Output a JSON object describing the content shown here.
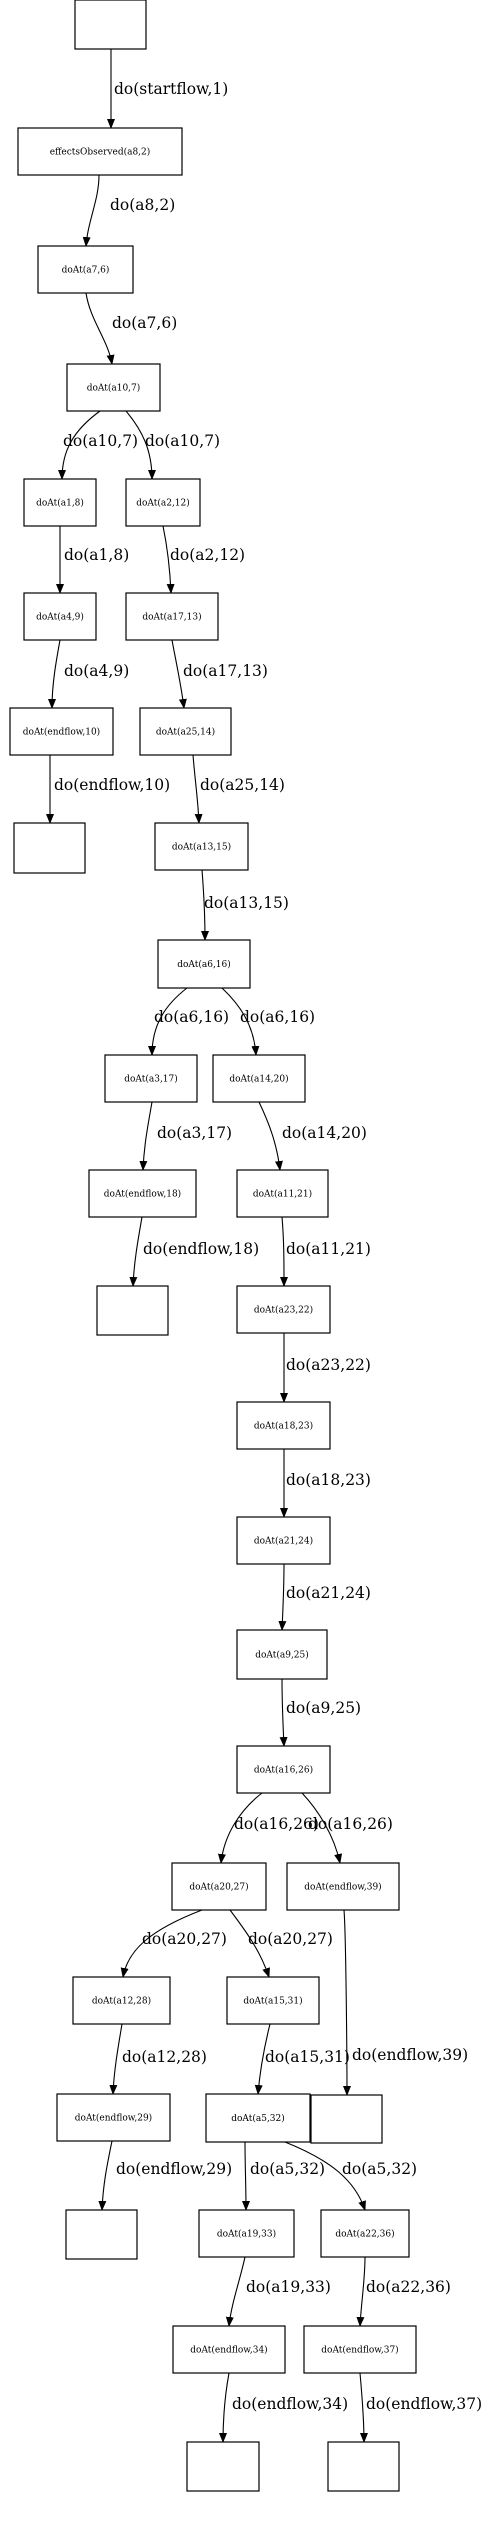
{
  "graph": {
    "nodes": [
      {
        "id": "n0",
        "label": ""
      },
      {
        "id": "n1",
        "label": "effectsObserved(a8,2)"
      },
      {
        "id": "n2",
        "label": "doAt(a7,6)"
      },
      {
        "id": "n3",
        "label": "doAt(a10,7)"
      },
      {
        "id": "n4",
        "label": "doAt(a1,8)"
      },
      {
        "id": "n5",
        "label": "doAt(a2,12)"
      },
      {
        "id": "n6",
        "label": "doAt(a4,9)"
      },
      {
        "id": "n7",
        "label": "doAt(a17,13)"
      },
      {
        "id": "n8",
        "label": "doAt(endflow,10)"
      },
      {
        "id": "n9",
        "label": "doAt(a25,14)"
      },
      {
        "id": "n10",
        "label": ""
      },
      {
        "id": "n11",
        "label": "doAt(a13,15)"
      },
      {
        "id": "n12",
        "label": "doAt(a6,16)"
      },
      {
        "id": "n13",
        "label": "doAt(a3,17)"
      },
      {
        "id": "n14",
        "label": "doAt(a14,20)"
      },
      {
        "id": "n15",
        "label": "doAt(endflow,18)"
      },
      {
        "id": "n16",
        "label": "doAt(a11,21)"
      },
      {
        "id": "n17",
        "label": ""
      },
      {
        "id": "n18",
        "label": "doAt(a23,22)"
      },
      {
        "id": "n19",
        "label": "doAt(a18,23)"
      },
      {
        "id": "n20",
        "label": "doAt(a21,24)"
      },
      {
        "id": "n21",
        "label": "doAt(a9,25)"
      },
      {
        "id": "n22",
        "label": "doAt(a16,26)"
      },
      {
        "id": "n23",
        "label": "doAt(a20,27)"
      },
      {
        "id": "n24",
        "label": "doAt(endflow,39)"
      },
      {
        "id": "n25",
        "label": "doAt(a12,28)"
      },
      {
        "id": "n26",
        "label": "doAt(a15,31)"
      },
      {
        "id": "n27",
        "label": ""
      },
      {
        "id": "n28",
        "label": "doAt(endflow,29)"
      },
      {
        "id": "n29",
        "label": "doAt(a5,32)"
      },
      {
        "id": "n30",
        "label": ""
      },
      {
        "id": "n31",
        "label": "doAt(a19,33)"
      },
      {
        "id": "n32",
        "label": "doAt(a22,36)"
      },
      {
        "id": "n33",
        "label": "doAt(endflow,34)"
      },
      {
        "id": "n34",
        "label": "doAt(endflow,37)"
      },
      {
        "id": "n35",
        "label": ""
      },
      {
        "id": "n36",
        "label": ""
      }
    ],
    "edges": [
      {
        "from": "n0",
        "to": "n1",
        "label": "do(startflow,1)"
      },
      {
        "from": "n1",
        "to": "n2",
        "label": "do(a8,2)"
      },
      {
        "from": "n2",
        "to": "n3",
        "label": "do(a7,6)"
      },
      {
        "from": "n3",
        "to": "n4",
        "label": "do(a10,7)"
      },
      {
        "from": "n3",
        "to": "n5",
        "label": "do(a10,7)"
      },
      {
        "from": "n4",
        "to": "n6",
        "label": "do(a1,8)"
      },
      {
        "from": "n5",
        "to": "n7",
        "label": "do(a2,12)"
      },
      {
        "from": "n6",
        "to": "n8",
        "label": "do(a4,9)"
      },
      {
        "from": "n7",
        "to": "n9",
        "label": "do(a17,13)"
      },
      {
        "from": "n8",
        "to": "n10",
        "label": "do(endflow,10)"
      },
      {
        "from": "n9",
        "to": "n11",
        "label": "do(a25,14)"
      },
      {
        "from": "n11",
        "to": "n12",
        "label": "do(a13,15)"
      },
      {
        "from": "n12",
        "to": "n13",
        "label": "do(a6,16)"
      },
      {
        "from": "n12",
        "to": "n14",
        "label": "do(a6,16)"
      },
      {
        "from": "n13",
        "to": "n15",
        "label": "do(a3,17)"
      },
      {
        "from": "n14",
        "to": "n16",
        "label": "do(a14,20)"
      },
      {
        "from": "n15",
        "to": "n17",
        "label": "do(endflow,18)"
      },
      {
        "from": "n16",
        "to": "n18",
        "label": "do(a11,21)"
      },
      {
        "from": "n18",
        "to": "n19",
        "label": "do(a23,22)"
      },
      {
        "from": "n19",
        "to": "n20",
        "label": "do(a18,23)"
      },
      {
        "from": "n20",
        "to": "n21",
        "label": "do(a21,24)"
      },
      {
        "from": "n21",
        "to": "n22",
        "label": "do(a9,25)"
      },
      {
        "from": "n22",
        "to": "n23",
        "label": "do(a16,26)"
      },
      {
        "from": "n22",
        "to": "n24",
        "label": "do(a16,26)"
      },
      {
        "from": "n23",
        "to": "n25",
        "label": "do(a20,27)"
      },
      {
        "from": "n23",
        "to": "n26",
        "label": "do(a20,27)"
      },
      {
        "from": "n24",
        "to": "n27",
        "label": "do(endflow,39)"
      },
      {
        "from": "n25",
        "to": "n28",
        "label": "do(a12,28)"
      },
      {
        "from": "n26",
        "to": "n29",
        "label": "do(a15,31)"
      },
      {
        "from": "n28",
        "to": "n30",
        "label": "do(endflow,29)"
      },
      {
        "from": "n29",
        "to": "n31",
        "label": "do(a5,32)"
      },
      {
        "from": "n29",
        "to": "n32",
        "label": "do(a5,32)"
      },
      {
        "from": "n31",
        "to": "n33",
        "label": "do(a19,33)"
      },
      {
        "from": "n32",
        "to": "n34",
        "label": "do(a22,36)"
      },
      {
        "from": "n33",
        "to": "n35",
        "label": "do(endflow,34)"
      },
      {
        "from": "n34",
        "to": "n36",
        "label": "do(endflow,37)"
      }
    ]
  }
}
